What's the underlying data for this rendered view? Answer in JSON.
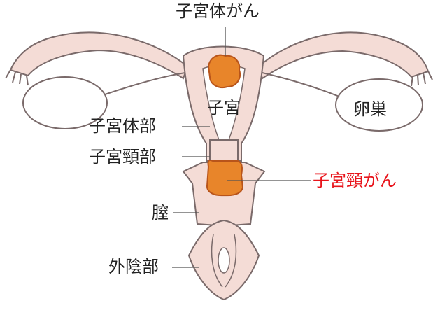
{
  "labels": {
    "top": "子宮体がん",
    "uterus_inner": "子宮",
    "ovary_inner": "卵巣",
    "body_part": "子宮体部",
    "cervix_part": "子宮頸部",
    "vagina": "膣",
    "vulva": "外陰部",
    "cervical_cancer": "子宮頸がん"
  },
  "colors": {
    "outline": "#7a6a6a",
    "tissue": "#f4dcd6",
    "ovary_fill": "#ffffff",
    "tumor": "#e8852a",
    "tumor_dark": "#b8541a",
    "label_text": "#222222",
    "highlight_text": "#e8141b",
    "leader_line": "#555555"
  }
}
